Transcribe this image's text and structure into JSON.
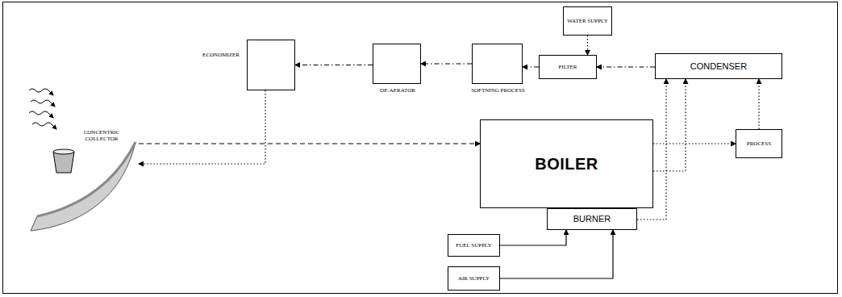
{
  "diagram": {
    "nodes": [
      {
        "text": [
          "WATER SUPPLY"
        ]
      },
      {
        "text": [
          "ECONOMIZER"
        ]
      },
      {
        "text": [
          "DE-AERATOR"
        ]
      },
      {
        "text": [
          "SOFTNING PROCESS"
        ]
      },
      {
        "text": [
          "FILTER"
        ]
      },
      {
        "text": [
          "CONDENSER"
        ]
      },
      {
        "text": [
          "CONCENTRIC COLLECTOR"
        ]
      },
      {
        "text": [
          "BOILER"
        ]
      },
      {
        "text": [
          "BURNER"
        ]
      },
      {
        "text": [
          "PROCESS"
        ]
      },
      {
        "text": [
          "FUEL SUPPLY"
        ]
      },
      {
        "text": [
          "AIR SUPPLY"
        ]
      }
    ],
    "edges": [
      {
        "from": 0,
        "to": 4,
        "arrow": "to"
      },
      {
        "from": 5,
        "to": 4,
        "arrow": "to"
      },
      {
        "from": 4,
        "to": 3,
        "arrow": "to"
      },
      {
        "from": 3,
        "to": 2,
        "arrow": "to"
      },
      {
        "from": 2,
        "to": 1,
        "arrow": "to"
      },
      {
        "from": 1,
        "to": 6,
        "arrow": "to"
      },
      {
        "from": 6,
        "to": 7,
        "arrow": "to"
      },
      {
        "from": 7,
        "to": 9,
        "arrow": "to"
      },
      {
        "from": 7,
        "to": 5,
        "arrow": "to"
      },
      {
        "from": 9,
        "to": 5,
        "arrow": "to"
      },
      {
        "from": 8,
        "to": 5,
        "arrow": "to"
      },
      {
        "from": 10,
        "to": 8,
        "arrow": "to"
      },
      {
        "from": 11,
        "to": 8,
        "arrow": "to"
      }
    ]
  }
}
